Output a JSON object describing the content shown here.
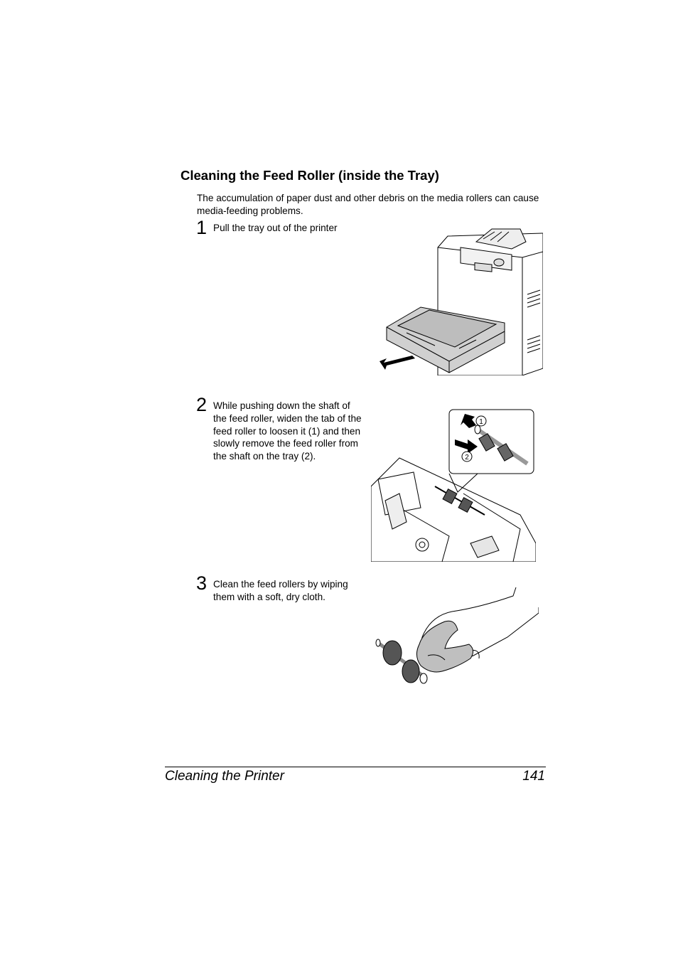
{
  "section": {
    "heading": "Cleaning the Feed Roller (inside the Tray)",
    "intro": "The accumulation of paper dust and other debris on the media rollers can cause media-feeding problems."
  },
  "steps": [
    {
      "number": "1",
      "text": "Pull the tray out of the printer"
    },
    {
      "number": "2",
      "text": "While pushing down the shaft of the feed roller, widen the tab of the feed roller to loosen it (1) and then slowly remove the feed roller from the shaft on the tray (2)."
    },
    {
      "number": "3",
      "text": "Clean the feed rollers by wiping them with a soft, dry cloth."
    }
  ],
  "illustrations": {
    "callout_1": "1",
    "callout_2": "2"
  },
  "footer": {
    "title": "Cleaning the Printer",
    "page": "141"
  }
}
